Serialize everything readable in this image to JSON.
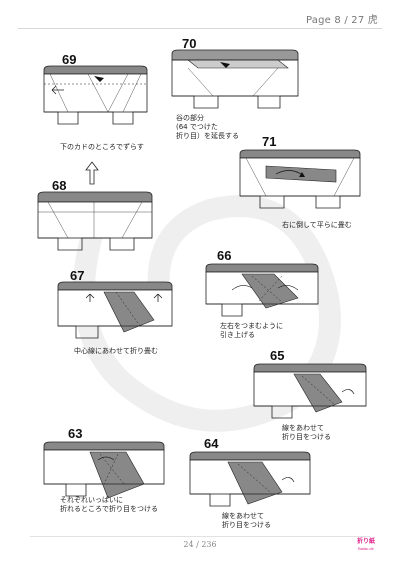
{
  "header": {
    "page_label": "Page 8 / 27 虎"
  },
  "steps": [
    {
      "number": "69",
      "caption": "下のカドのところでずらす"
    },
    {
      "number": "70",
      "caption": "谷の部分\n(64 でつけた\n折り目）を延長する"
    },
    {
      "number": "71",
      "caption": "右に倒して平らに畳む"
    },
    {
      "number": "68",
      "caption": ""
    },
    {
      "number": "67",
      "caption": "中心線にあわせて折り畳む"
    },
    {
      "number": "66",
      "caption": "左右をつまむように\n引き上げる"
    },
    {
      "number": "65",
      "caption": "線をあわせて\n折り目をつける"
    },
    {
      "number": "63",
      "caption": "それぞれいっぱいに\n折れるところで折り目をつける"
    },
    {
      "number": "64",
      "caption": "線をあわせて\n折り目をつける"
    }
  ],
  "footer": {
    "page_number": "24 / 236"
  },
  "brand": {
    "line1": "折り紙",
    "line2": "Baidu.de"
  },
  "colors": {
    "paper_shade": "#888888",
    "line": "#222222",
    "watermark": "#efefef"
  }
}
